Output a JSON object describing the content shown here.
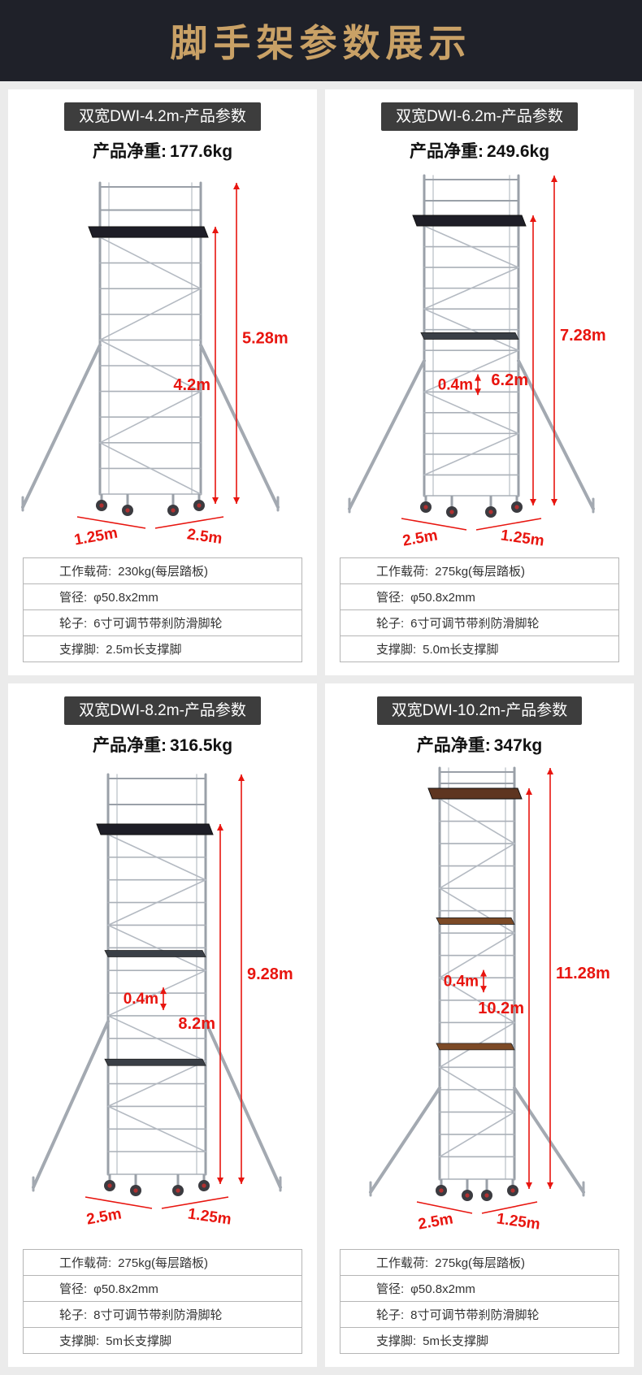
{
  "header": {
    "title": "脚手架参数展示"
  },
  "products": [
    {
      "title": "双宽DWI-4.2m-产品参数",
      "weight_label": "产品净重:",
      "weight_value": "177.6kg",
      "dimensions": {
        "overall_height": "5.28m",
        "platform_height": "4.2m",
        "base": [
          "1.25m",
          "2.5m"
        ]
      },
      "specs": [
        {
          "label": "工作载荷:",
          "value": "230kg(每层踏板)"
        },
        {
          "label": "管径:",
          "value": "φ50.8x2mm"
        },
        {
          "label": "轮子:",
          "value": "6寸可调节带刹防滑脚轮"
        },
        {
          "label": "支撑脚:",
          "value": "2.5m长支撑脚"
        }
      ]
    },
    {
      "title": "双宽DWI-6.2m-产品参数",
      "weight_label": "产品净重:",
      "weight_value": "249.6kg",
      "dimensions": {
        "overall_height": "7.28m",
        "platform_height": "6.2m",
        "step_height": "0.4m",
        "base": [
          "2.5m",
          "1.25m"
        ]
      },
      "specs": [
        {
          "label": "工作载荷:",
          "value": "275kg(每层踏板)"
        },
        {
          "label": "管径:",
          "value": "φ50.8x2mm"
        },
        {
          "label": "轮子:",
          "value": "6寸可调节带刹防滑脚轮"
        },
        {
          "label": "支撑脚:",
          "value": "5.0m长支撑脚"
        }
      ]
    },
    {
      "title": "双宽DWI-8.2m-产品参数",
      "weight_label": "产品净重:",
      "weight_value": "316.5kg",
      "dimensions": {
        "overall_height": "9.28m",
        "platform_height": "8.2m",
        "step_height": "0.4m",
        "base": [
          "2.5m",
          "1.25m"
        ]
      },
      "specs": [
        {
          "label": "工作载荷:",
          "value": "275kg(每层踏板)"
        },
        {
          "label": "管径:",
          "value": "φ50.8x2mm"
        },
        {
          "label": "轮子:",
          "value": "8寸可调节带刹防滑脚轮"
        },
        {
          "label": "支撑脚:",
          "value": "5m长支撑脚"
        }
      ]
    },
    {
      "title": "双宽DWI-10.2m-产品参数",
      "weight_label": "产品净重:",
      "weight_value": "347kg",
      "dimensions": {
        "overall_height": "11.28m",
        "platform_height": "10.2m",
        "step_height": "0.4m",
        "base": [
          "2.5m",
          "1.25m"
        ]
      },
      "specs": [
        {
          "label": "工作载荷:",
          "value": "275kg(每层踏板)"
        },
        {
          "label": "管径:",
          "value": "φ50.8x2mm"
        },
        {
          "label": "轮子:",
          "value": "8寸可调节带刹防滑脚轮"
        },
        {
          "label": "支撑脚:",
          "value": "5m长支撑脚"
        }
      ]
    }
  ],
  "colors": {
    "accent_gold": "#c9a166",
    "dimension_red": "#e8150f",
    "banner_bg": "#1f2129"
  }
}
